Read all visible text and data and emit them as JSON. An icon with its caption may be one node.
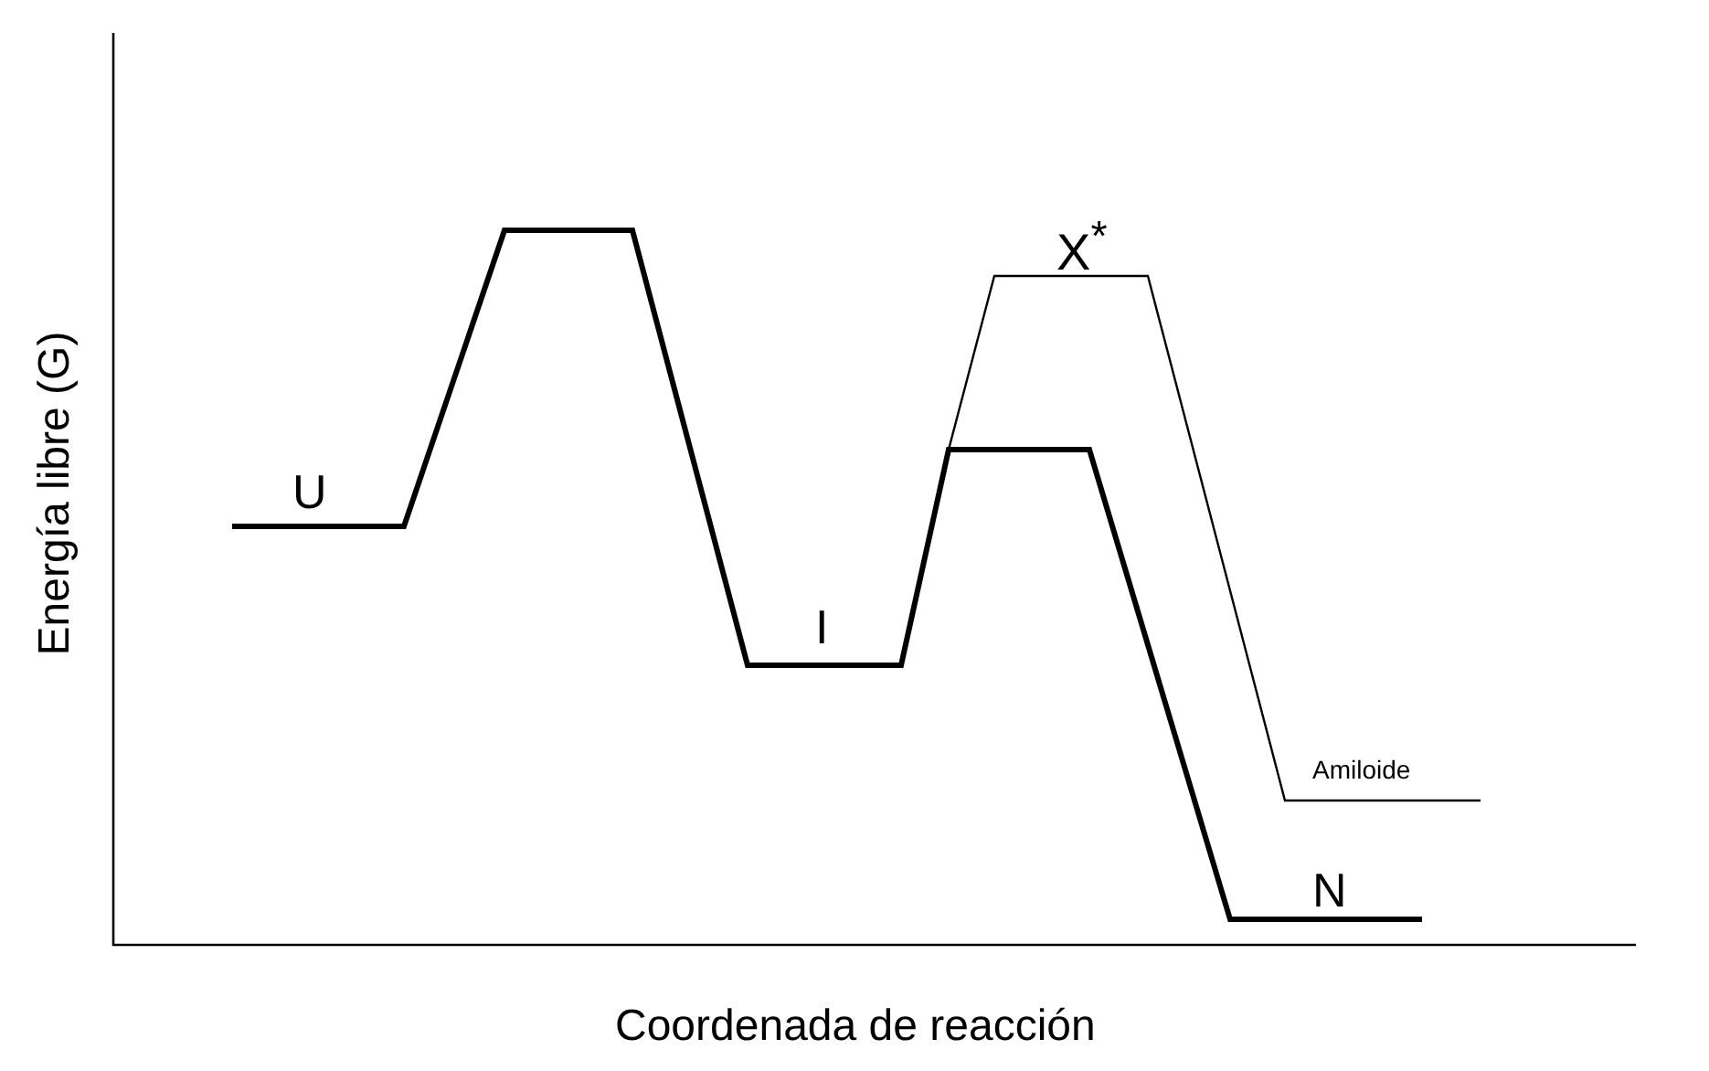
{
  "diagram": {
    "labels": [
      "X$^{*}$",
      "U",
      "I",
      "Amiloide",
      "N",
      "Energía libre (G)",
      "Coordenada de reacción"
    ]
  }
}
